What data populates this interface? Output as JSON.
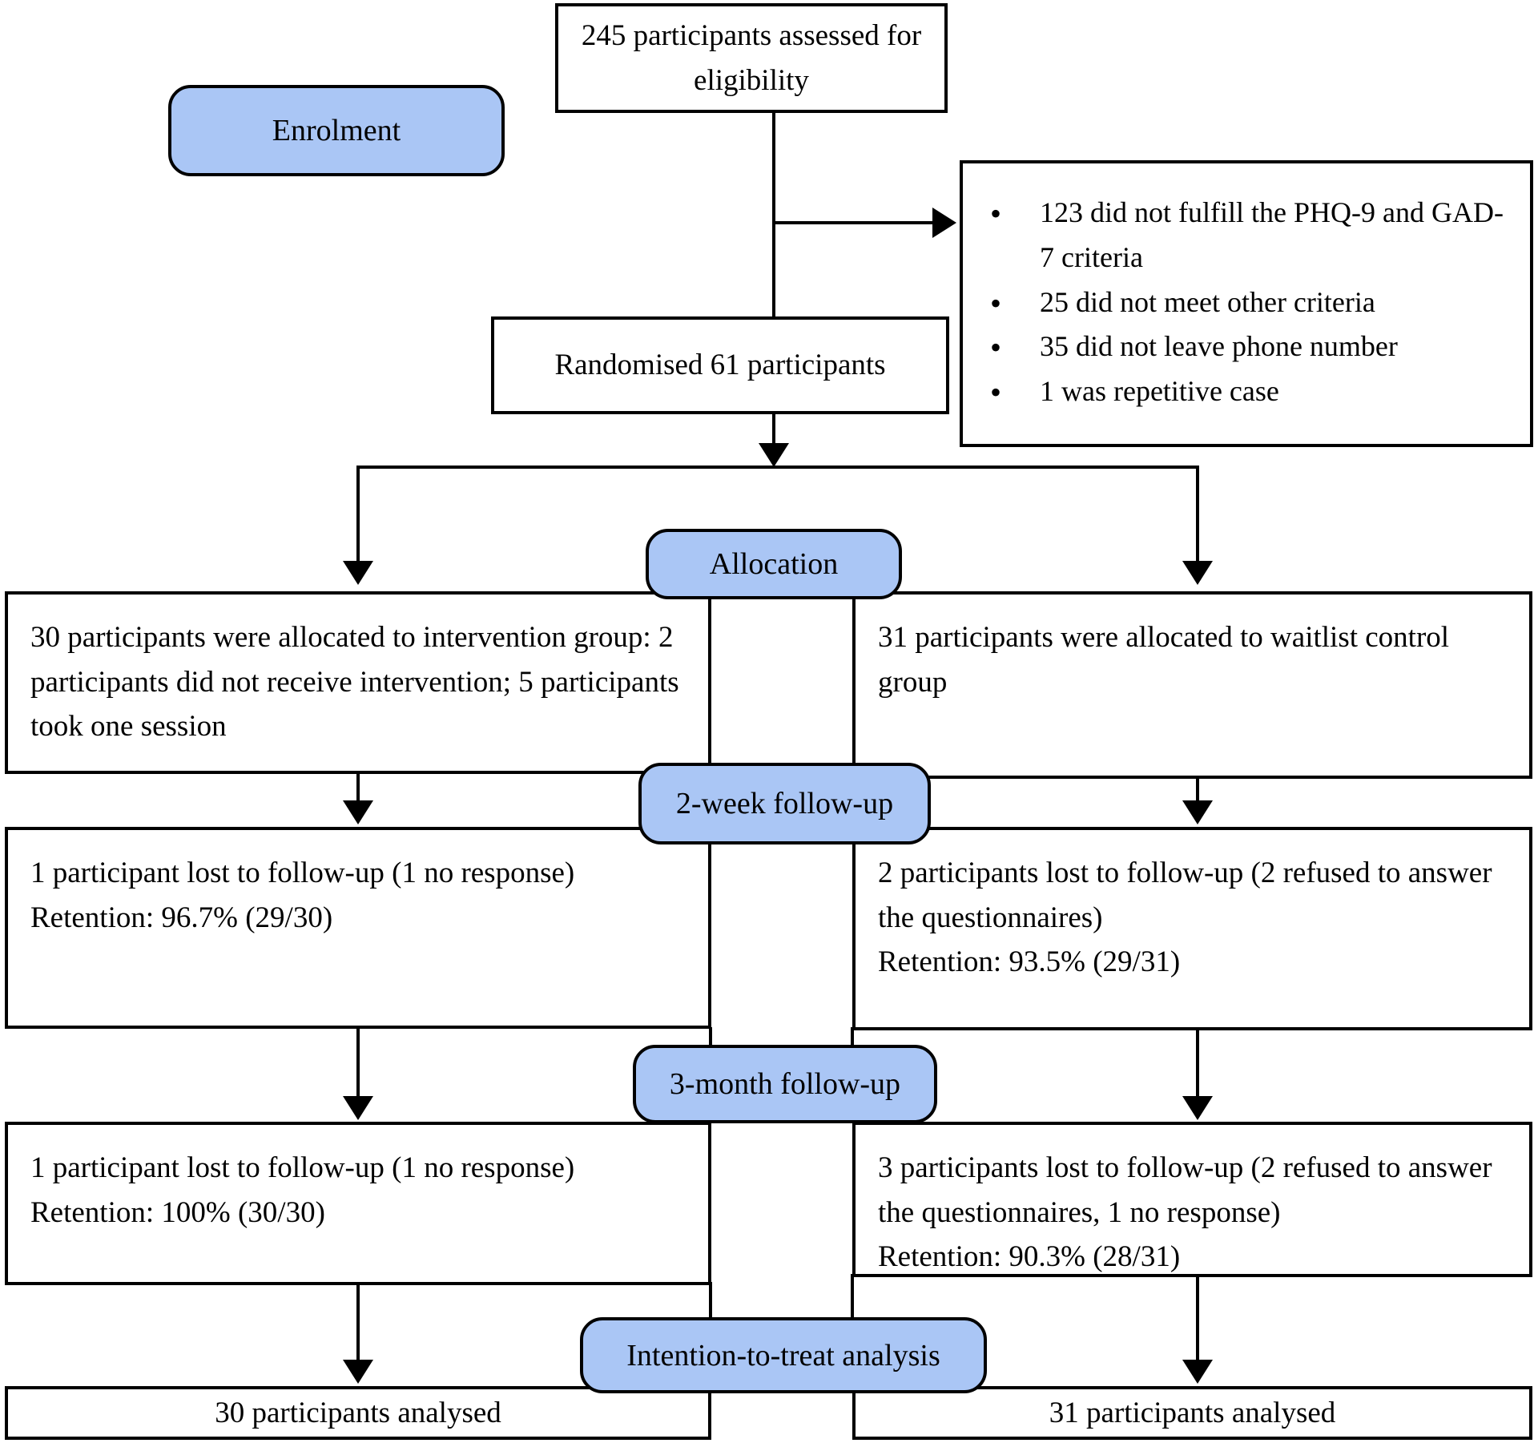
{
  "colors": {
    "pill_fill": "#aac6f5",
    "line_color": "#000000",
    "box_background": "#ffffff"
  },
  "flow": {
    "eligibility_box": "245 participants assessed for eligibility",
    "enrolment_label": "Enrolment",
    "exclusions": {
      "items": [
        "123 did not fulfill the PHQ-9 and GAD-7 criteria",
        "25 did not meet other criteria",
        "35 did not leave phone number",
        "1 was repetitive case"
      ]
    },
    "randomised_box": "Randomised 61 participants",
    "allocation_label": "Allocation",
    "allocation": {
      "intervention": "30 participants were allocated to intervention group: 2 participants did not receive intervention; 5 participants took one session",
      "control": "31 participants were allocated to waitlist control group"
    },
    "week2_label": "2-week follow-up",
    "week2": {
      "intervention": {
        "lost": "1 participant lost to follow-up (1 no response)",
        "retention": "Retention: 96.7% (29/30)"
      },
      "control": {
        "lost": "2 participants lost to follow-up (2 refused to answer the questionnaires)",
        "retention": "Retention: 93.5% (29/31)"
      }
    },
    "month3_label": "3-month follow-up",
    "month3": {
      "intervention": {
        "lost": "1 participant lost to follow-up (1 no response)",
        "retention": "Retention: 100% (30/30)"
      },
      "control": {
        "lost": "3 participants lost to follow-up (2 refused to answer the questionnaires, 1 no response)",
        "retention": "Retention: 90.3% (28/31)"
      }
    },
    "itt_label": "Intention-to-treat analysis",
    "analysed": {
      "intervention": "30 participants analysed",
      "control": "31 participants analysed"
    }
  }
}
